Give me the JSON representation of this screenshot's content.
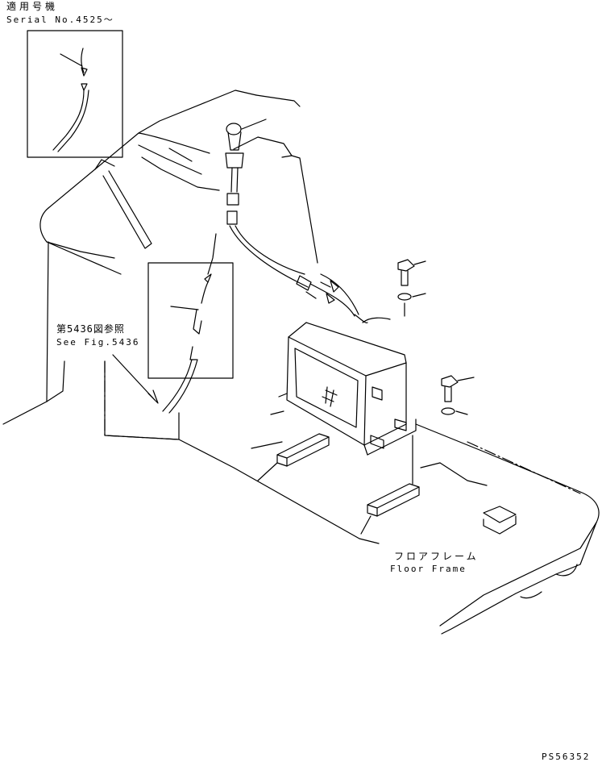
{
  "labels": {
    "applicable_jp": "適用号機",
    "serial": "Serial No.4525～",
    "see_fig_jp": "第5436図参照",
    "see_fig": "See Fig.5436",
    "floor_frame_jp": "フロアフレーム",
    "floor_frame": "Floor Frame",
    "doc_id": "PS56352"
  },
  "colors": {
    "line": "#000000",
    "background": "#ffffff"
  }
}
